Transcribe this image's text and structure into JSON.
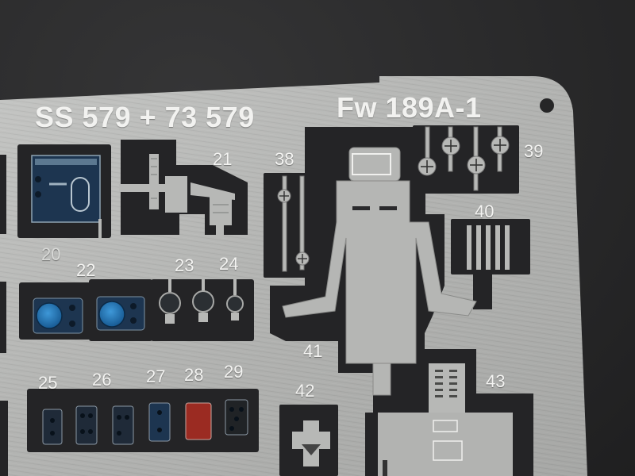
{
  "fret": {
    "code": "SS 579 + 73 579",
    "model": "Fw 189A-1",
    "metal_color": "#b7b8b6",
    "cutout_color": "#242426",
    "blue_dial_color": "#1f6fb0",
    "red_part_color": "#9b2b22",
    "dark_panel_color": "#1d3550"
  },
  "part_numbers": [
    "20",
    "21",
    "22",
    "23",
    "24",
    "25",
    "26",
    "27",
    "28",
    "29",
    "38",
    "39",
    "40",
    "41",
    "42",
    "43"
  ]
}
